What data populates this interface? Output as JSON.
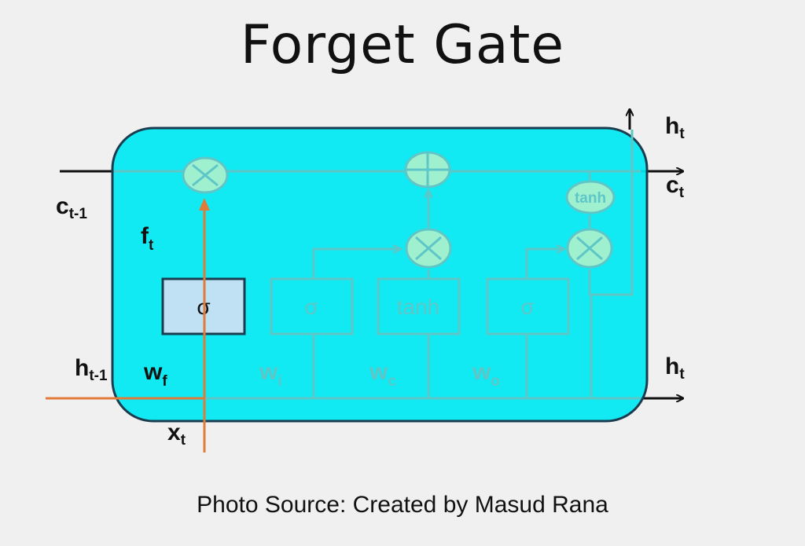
{
  "title": "Forget Gate",
  "source": "Photo Source: Created by Masud Rana",
  "labels": {
    "c_prev": {
      "base": "c",
      "sub": "t-1"
    },
    "c_out": {
      "base": "c",
      "sub": "t"
    },
    "h_top": {
      "base": "h",
      "sub": "t"
    },
    "h_out": {
      "base": "h",
      "sub": "t"
    },
    "h_prev": {
      "base": "h",
      "sub": "t-1"
    },
    "x_in": {
      "base": "x",
      "sub": "t"
    },
    "f_gate": {
      "base": "f",
      "sub": "t"
    },
    "w_f": {
      "base": "w",
      "sub": "f"
    },
    "w_i": {
      "base": "w",
      "sub": "i"
    },
    "w_c": {
      "base": "w",
      "sub": "c"
    },
    "w_o": {
      "base": "w",
      "sub": "o"
    }
  },
  "gates": {
    "forget": "σ",
    "input": "σ",
    "candidate": "tanh",
    "output": "σ",
    "cell_tanh": "tanh"
  },
  "colors": {
    "cell_fill": "#00e9f2",
    "cell_border": "#1a3c4f",
    "highlight": "#e07b39",
    "faded": "#5fc6c8",
    "forget_box": "#bfe1f3"
  }
}
